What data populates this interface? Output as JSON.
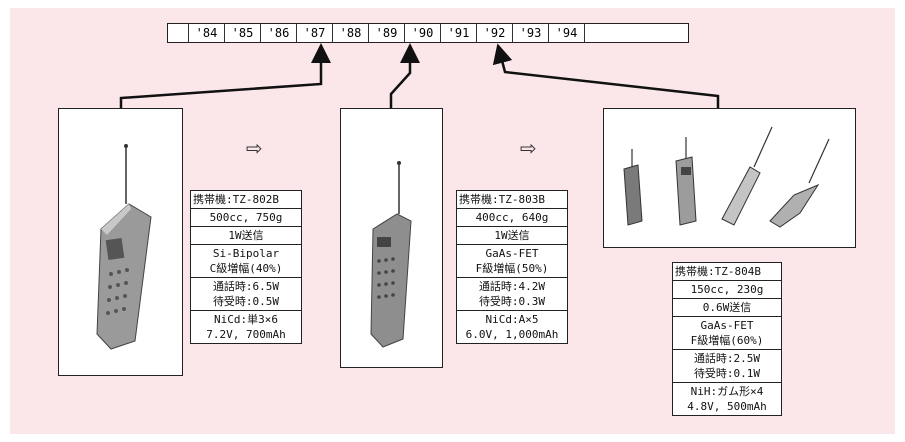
{
  "timeline": {
    "years": [
      "'84",
      "'85",
      "'86",
      "'87",
      "'88",
      "'89",
      "'90",
      "'91",
      "'92",
      "'93",
      "'94"
    ]
  },
  "models": [
    {
      "model": "携帯機:TZ-802B",
      "volume_weight": "500cc, 750g",
      "tx_power": "1W送信",
      "device": "Si-Bipolar",
      "amp": "C級増幅(40%)",
      "talk": "通話時:6.5W",
      "standby": "待受時:0.5W",
      "battery": "NiCd:単3×6",
      "battery_spec": "7.2V, 700mAh"
    },
    {
      "model": "携帯機:TZ-803B",
      "volume_weight": "400cc, 640g",
      "tx_power": "1W送信",
      "device": "GaAs-FET",
      "amp": "F級増幅(50%)",
      "talk": "通話時:4.2W",
      "standby": "待受時:0.3W",
      "battery": "NiCd:A×5",
      "battery_spec": "6.0V, 1,000mAh"
    },
    {
      "model": "携帯機:TZ-804B",
      "volume_weight": "150cc, 230g",
      "tx_power": "0.6W送信",
      "device": "GaAs-FET",
      "amp": "F級増幅(60%)",
      "talk": "通話時:2.5W",
      "standby": "待受時:0.1W",
      "battery": "NiH:ガム形×4",
      "battery_spec": "4.8V, 500mAh"
    }
  ],
  "icons": {
    "next": "right-arrow-icon"
  }
}
